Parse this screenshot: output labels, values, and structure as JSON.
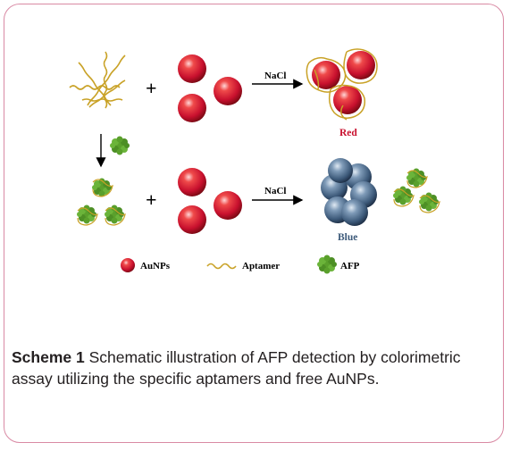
{
  "scheme": {
    "reagent_label_top": "NaCl",
    "reagent_label_bottom": "NaCl",
    "result_top": "Red",
    "result_bottom": "Blue",
    "plus": "+",
    "colors": {
      "aunp": "#c8102e",
      "aptamer": "#c9a227",
      "afp": "#5aa02c",
      "aggregate": "#3d5a7a",
      "red_label": "#c8102e",
      "blue_label": "#3d5a7a",
      "border": "#d98aa4"
    },
    "legend": [
      {
        "icon": "aunp-icon",
        "label": "AuNPs"
      },
      {
        "icon": "aptamer-icon",
        "label": "Aptamer"
      },
      {
        "icon": "afp-icon",
        "label": "AFP"
      }
    ]
  },
  "caption": {
    "label": "Scheme 1",
    "text": " Schematic illustration of AFP detection by colorimetric assay utilizing the specific aptamers and free AuNPs."
  }
}
